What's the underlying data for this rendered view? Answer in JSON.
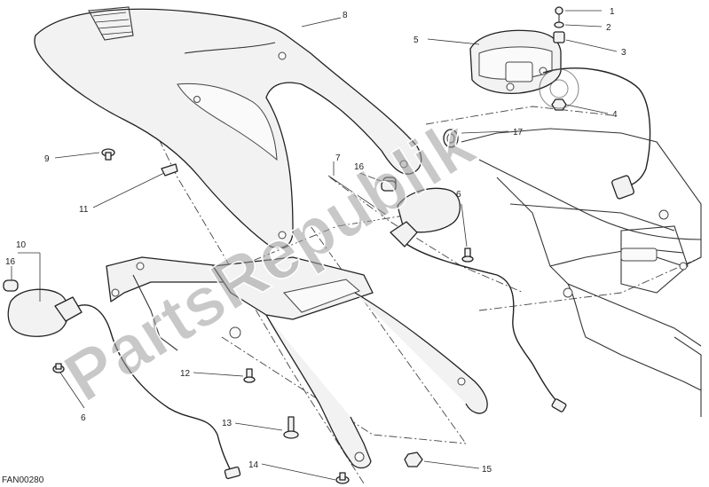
{
  "drawing_code": "FAN00280",
  "watermark": "PartsRepublik",
  "callouts": {
    "c1": "1",
    "c2": "2",
    "c3": "3",
    "c4": "4",
    "c5": "5",
    "c6a": "6",
    "c6b": "6",
    "c7": "7",
    "c8": "8",
    "c9": "9",
    "c10": "10",
    "c11": "11",
    "c12": "12",
    "c13": "13",
    "c14": "14",
    "c15": "15",
    "c16a": "16",
    "c16b": "16",
    "c17": "17"
  },
  "colors": {
    "line": "#222222",
    "fill": "#f2f2f2",
    "watermark": "#9a9a9a"
  }
}
